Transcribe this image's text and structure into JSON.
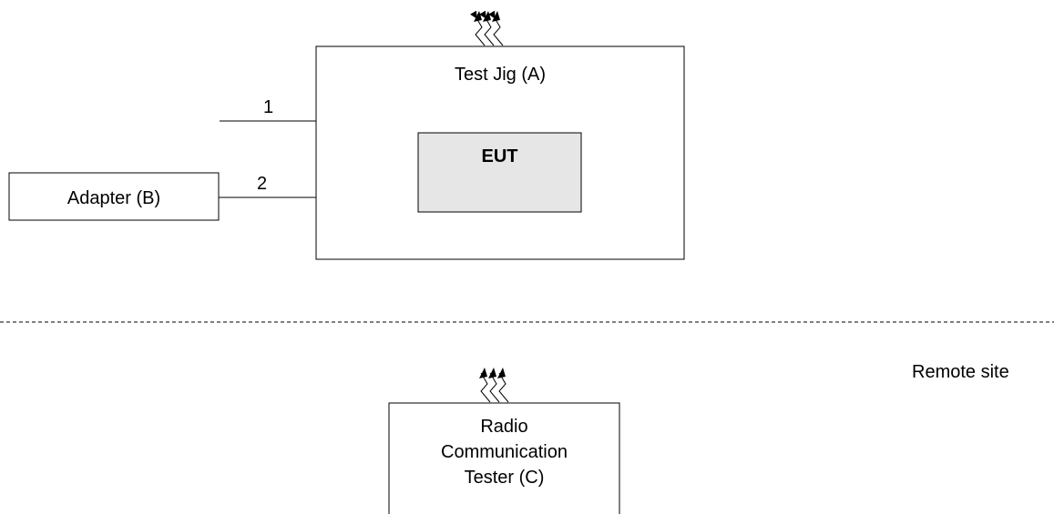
{
  "test_jig": {
    "label": "Test Jig (A)"
  },
  "eut": {
    "label": "EUT"
  },
  "adapter": {
    "label": "Adapter (B)"
  },
  "connections": {
    "line1_label": "1",
    "line2_label": "2"
  },
  "remote_site": {
    "label": "Remote site"
  },
  "tester": {
    "line1": "Radio",
    "line2": "Communication",
    "line3": "Tester (C)"
  },
  "colors": {
    "eut_fill": "#e6e6e6",
    "stroke": "#000000"
  },
  "icons": {
    "antenna_top": "antenna-icon",
    "antenna_bottom": "antenna-icon"
  }
}
